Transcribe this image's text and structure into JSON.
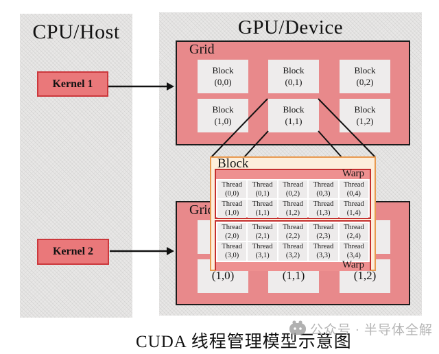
{
  "caption": "CUDA 线程管理模型示意图",
  "watermark": {
    "icon": "wechat-official-account-icon",
    "text": "公众号 · 半导体全解"
  },
  "cpu_panel": {
    "title": "CPU/Host",
    "kernel1": "Kernel 1",
    "kernel2": "Kernel 2"
  },
  "gpu_panel": {
    "title": "GPU/Device",
    "grid1": {
      "label": "Grid",
      "blocks": [
        {
          "name": "Block",
          "coord": "(0,0)"
        },
        {
          "name": "Block",
          "coord": "(0,1)"
        },
        {
          "name": "Block",
          "coord": "(0,2)"
        },
        {
          "name": "Block",
          "coord": "(1,0)"
        },
        {
          "name": "Block",
          "coord": "(1,1)"
        },
        {
          "name": "Block",
          "coord": "(1,2)"
        }
      ]
    },
    "grid2": {
      "label": "Grid",
      "row1_blocks": [
        "",
        "",
        ""
      ],
      "row2_blocks": [
        "(1,0)",
        "(1,1)",
        "(1,2)"
      ]
    }
  },
  "block_detail": {
    "label": "Block",
    "warp1": {
      "label": "Warp",
      "threads": [
        {
          "name": "Thread",
          "coord": "(0,0)"
        },
        {
          "name": "Thread",
          "coord": "(0,1)"
        },
        {
          "name": "Thread",
          "coord": "(0,2)"
        },
        {
          "name": "Thread",
          "coord": "(0,3)"
        },
        {
          "name": "Thread",
          "coord": "(0,4)"
        },
        {
          "name": "Thread",
          "coord": "(1,0)"
        },
        {
          "name": "Thread",
          "coord": "(1,1)"
        },
        {
          "name": "Thread",
          "coord": "(1,2)"
        },
        {
          "name": "Thread",
          "coord": "(1,3)"
        },
        {
          "name": "Thread",
          "coord": "(1,4)"
        }
      ]
    },
    "warp2": {
      "label": "Warp",
      "threads": [
        {
          "name": "Thread",
          "coord": "(2,0)"
        },
        {
          "name": "Thread",
          "coord": "(2,1)"
        },
        {
          "name": "Thread",
          "coord": "(2,2)"
        },
        {
          "name": "Thread",
          "coord": "(2,3)"
        },
        {
          "name": "Thread",
          "coord": "(2,4)"
        },
        {
          "name": "Thread",
          "coord": "(3,0)"
        },
        {
          "name": "Thread",
          "coord": "(3,1)"
        },
        {
          "name": "Thread",
          "coord": "(3,2)"
        },
        {
          "name": "Thread",
          "coord": "(3,3)"
        },
        {
          "name": "Thread",
          "coord": "(3,4)"
        }
      ]
    }
  },
  "colors": {
    "grid_fill": "#e8898b",
    "kernel_fill": "#ea787a",
    "kernel_border": "#cb383c",
    "cell_gray": "#eeecec",
    "panel_gray": "#e8e7e6",
    "popup_cream": "#fdeedb",
    "popup_border_orange": "#e8994f",
    "warp_border_red": "#c52f2e",
    "warp_band_pink": "#ee9090",
    "watermark_gray": "#b6b6b6"
  }
}
